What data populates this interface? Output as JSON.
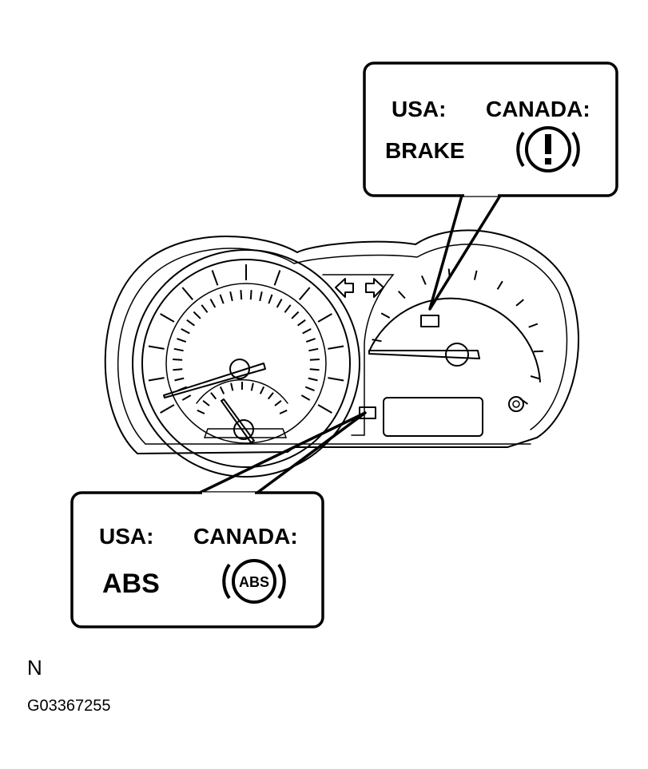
{
  "callout_brake": {
    "usa_label": "USA:",
    "canada_label": "CANADA:",
    "usa_symbol_text": "BRAKE",
    "canada_symbol": "brake-warning-icon"
  },
  "callout_abs": {
    "usa_label": "USA:",
    "canada_label": "CANADA:",
    "usa_symbol_text": "ABS",
    "canada_symbol_text": "ABS"
  },
  "footer": {
    "letter": "N",
    "figure_code": "G03367255"
  },
  "colors": {
    "ink": "#000000",
    "paper": "#ffffff"
  }
}
